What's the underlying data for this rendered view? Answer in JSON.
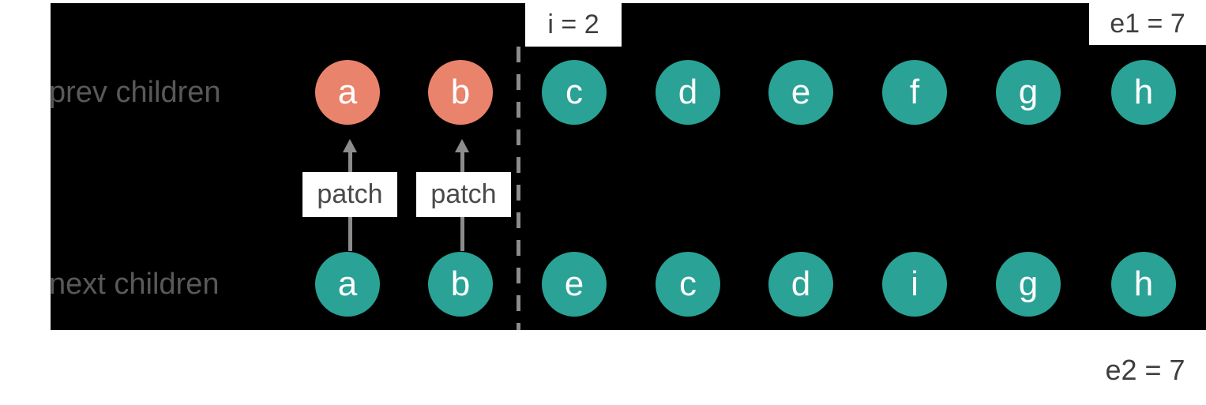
{
  "colors": {
    "salmon": "#e9836b",
    "teal": "#2aa296",
    "canvas_bg": "#000000",
    "page_bg": "#ffffff",
    "row_label_text": "#595959",
    "annotation_text": "#3f3f3f",
    "arrow_gray": "#8c8c8c",
    "node_letter": "#ffffff"
  },
  "annotations": {
    "index_pointer": "i = 2",
    "prev_end_pointer": "e1 = 7",
    "next_end_pointer": "e2 = 7"
  },
  "patch_operations": [
    {
      "label": "patch"
    },
    {
      "label": "patch"
    }
  ],
  "prev_row": {
    "label": "prev children",
    "nodes": [
      {
        "letter": "a",
        "variant": "salmon"
      },
      {
        "letter": "b",
        "variant": "salmon"
      },
      {
        "letter": "c",
        "variant": "teal"
      },
      {
        "letter": "d",
        "variant": "teal"
      },
      {
        "letter": "e",
        "variant": "teal"
      },
      {
        "letter": "f",
        "variant": "teal"
      },
      {
        "letter": "g",
        "variant": "teal"
      },
      {
        "letter": "h",
        "variant": "teal"
      }
    ]
  },
  "next_row": {
    "label": "next children",
    "nodes": [
      {
        "letter": "a",
        "variant": "teal"
      },
      {
        "letter": "b",
        "variant": "teal"
      },
      {
        "letter": "e",
        "variant": "teal"
      },
      {
        "letter": "c",
        "variant": "teal"
      },
      {
        "letter": "d",
        "variant": "teal"
      },
      {
        "letter": "i",
        "variant": "teal"
      },
      {
        "letter": "g",
        "variant": "teal"
      },
      {
        "letter": "h",
        "variant": "teal"
      }
    ]
  }
}
